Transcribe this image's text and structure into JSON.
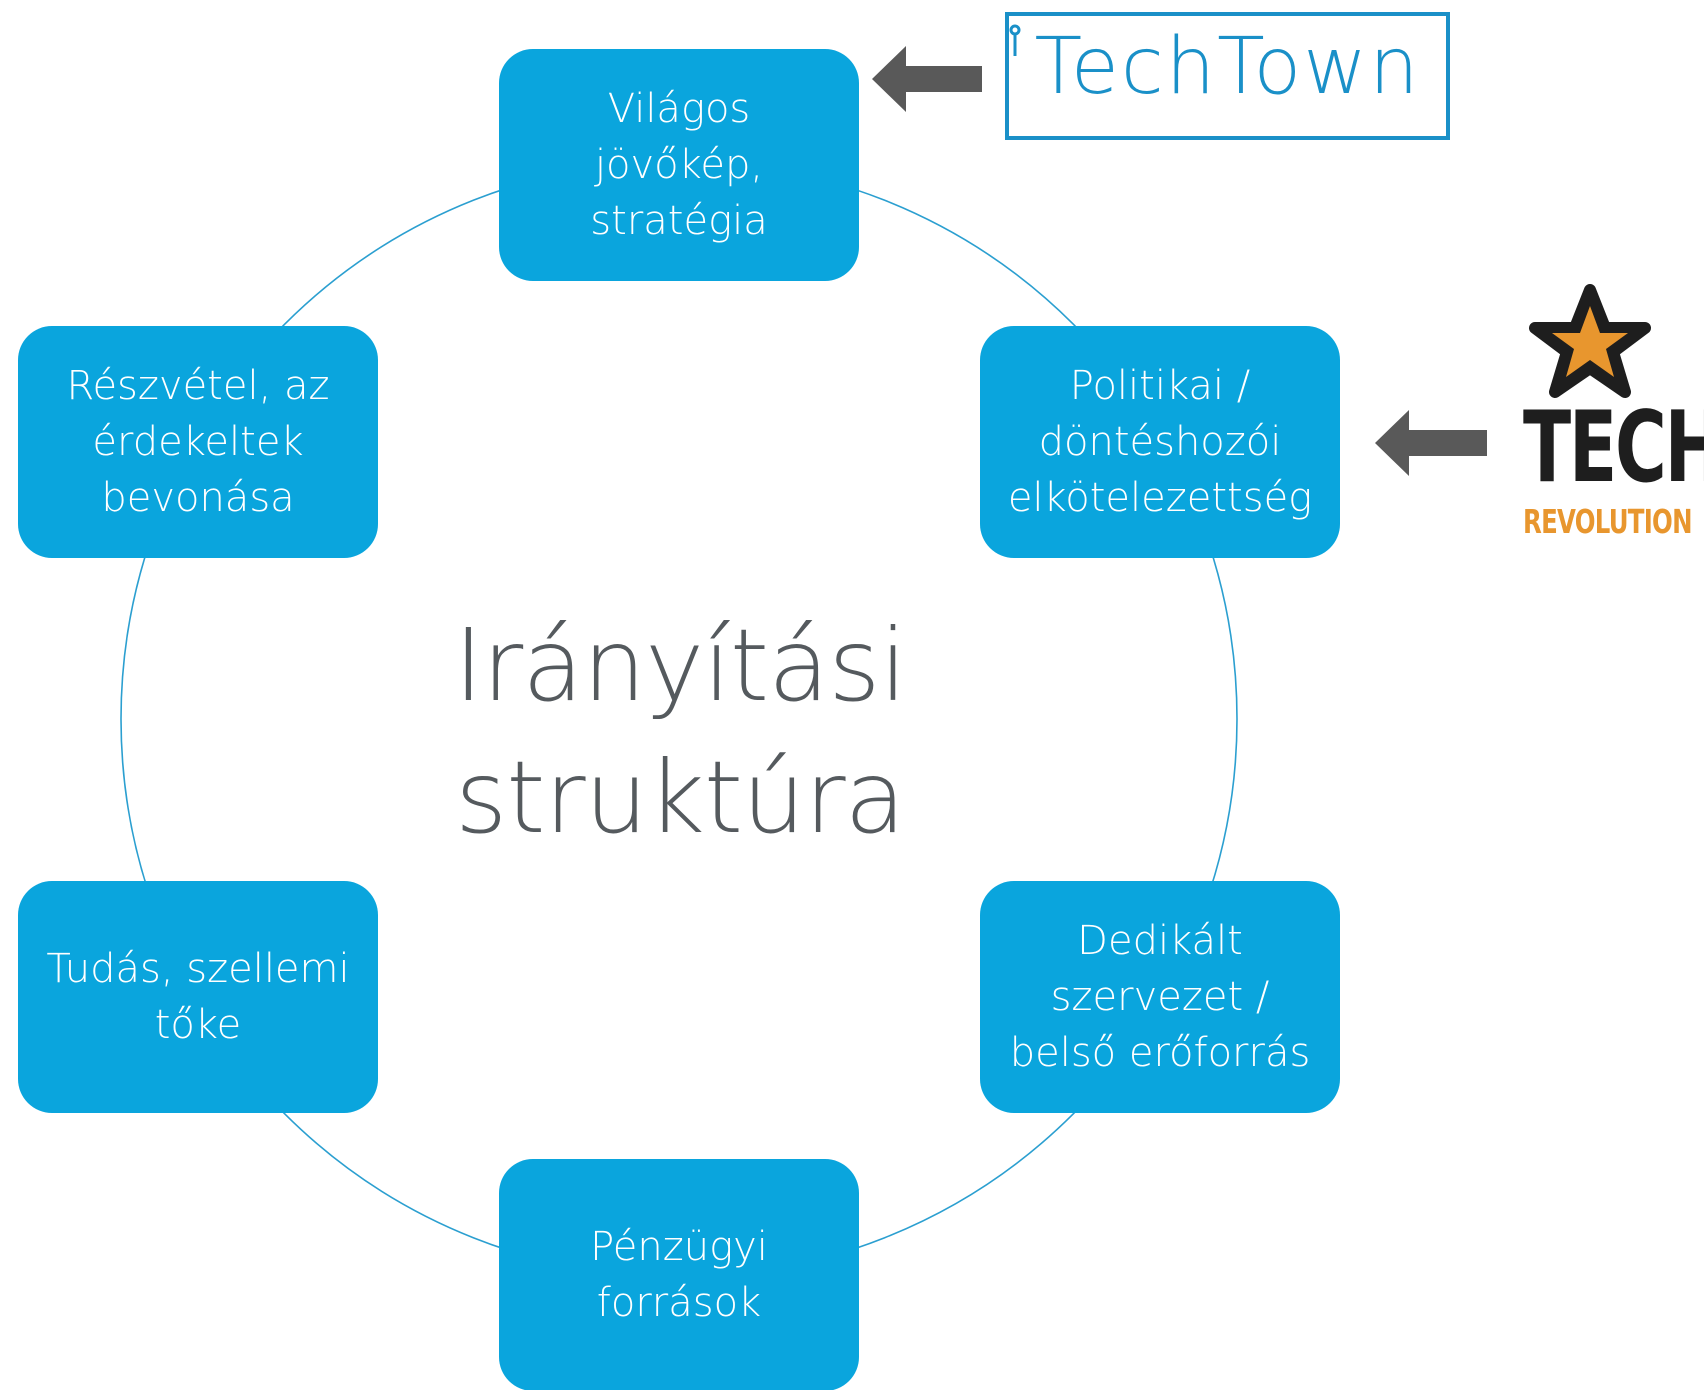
{
  "colors": {
    "node_fill": "#0aa5dd",
    "ring_stroke": "#2b9fd0",
    "title_color": "#555a5e",
    "arrow_color": "#595959",
    "techtown_blue": "#1a90c8",
    "tech_black": "#1e1e1e",
    "revolution_orange": "#e8962e"
  },
  "center": {
    "title_line1": "Irányítási",
    "title_line2": "struktúra"
  },
  "nodes": [
    {
      "id": "top",
      "lines": [
        "Világos",
        "jövőkép,",
        "stratégia"
      ]
    },
    {
      "id": "top-right",
      "lines": [
        "Politikai /",
        "döntéshozói",
        "elkötelezettség"
      ]
    },
    {
      "id": "bottom-right",
      "lines": [
        "Dedikált",
        "szervezet /",
        "belső erőforrás"
      ]
    },
    {
      "id": "bottom",
      "lines": [
        "Pénzügyi",
        "források"
      ]
    },
    {
      "id": "bottom-left",
      "lines": [
        "Tudás, szellemi",
        "tőke"
      ]
    },
    {
      "id": "top-left",
      "lines": [
        "Részvétel, az",
        "érdekeltek",
        "bevonása"
      ]
    }
  ],
  "logos": {
    "techtown": "TechTown",
    "tech_revolution_main": "TECH",
    "tech_revolution_sub": "REVOLUTION"
  },
  "icons": {
    "arrow_to_top": "left-arrow-icon",
    "arrow_to_top_right": "left-arrow-icon",
    "star": "star-icon"
  }
}
